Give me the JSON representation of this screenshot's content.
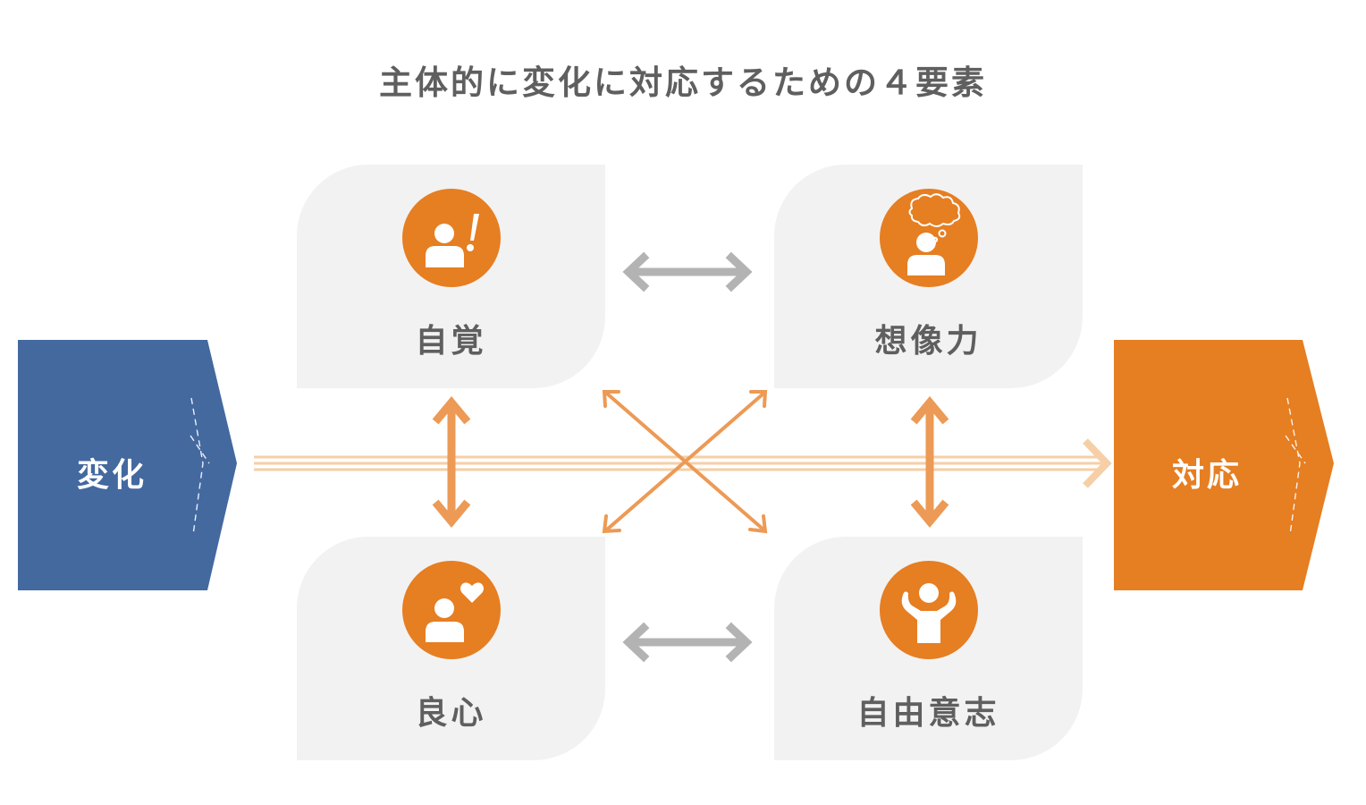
{
  "title": "主体的に変化に対応するための４要素",
  "left_label": "変化",
  "right_label": "対応",
  "elements": {
    "top_left": {
      "label": "自覚",
      "icon": "person-exclamation-icon"
    },
    "top_right": {
      "label": "想像力",
      "icon": "person-thought-bubble-icon"
    },
    "bottom_left": {
      "label": "良心",
      "icon": "person-heart-icon"
    },
    "bottom_right": {
      "label": "自由意志",
      "icon": "person-arms-raised-icon"
    }
  },
  "colors": {
    "blue": "#43699f",
    "orange": "#e67e22",
    "light_orange": "#f6cfa6",
    "arrow_orange": "#ec9a55",
    "gray_arrow": "#b3b3b3",
    "card_bg": "#f2f2f2",
    "text_gray": "#5f5f5f"
  }
}
